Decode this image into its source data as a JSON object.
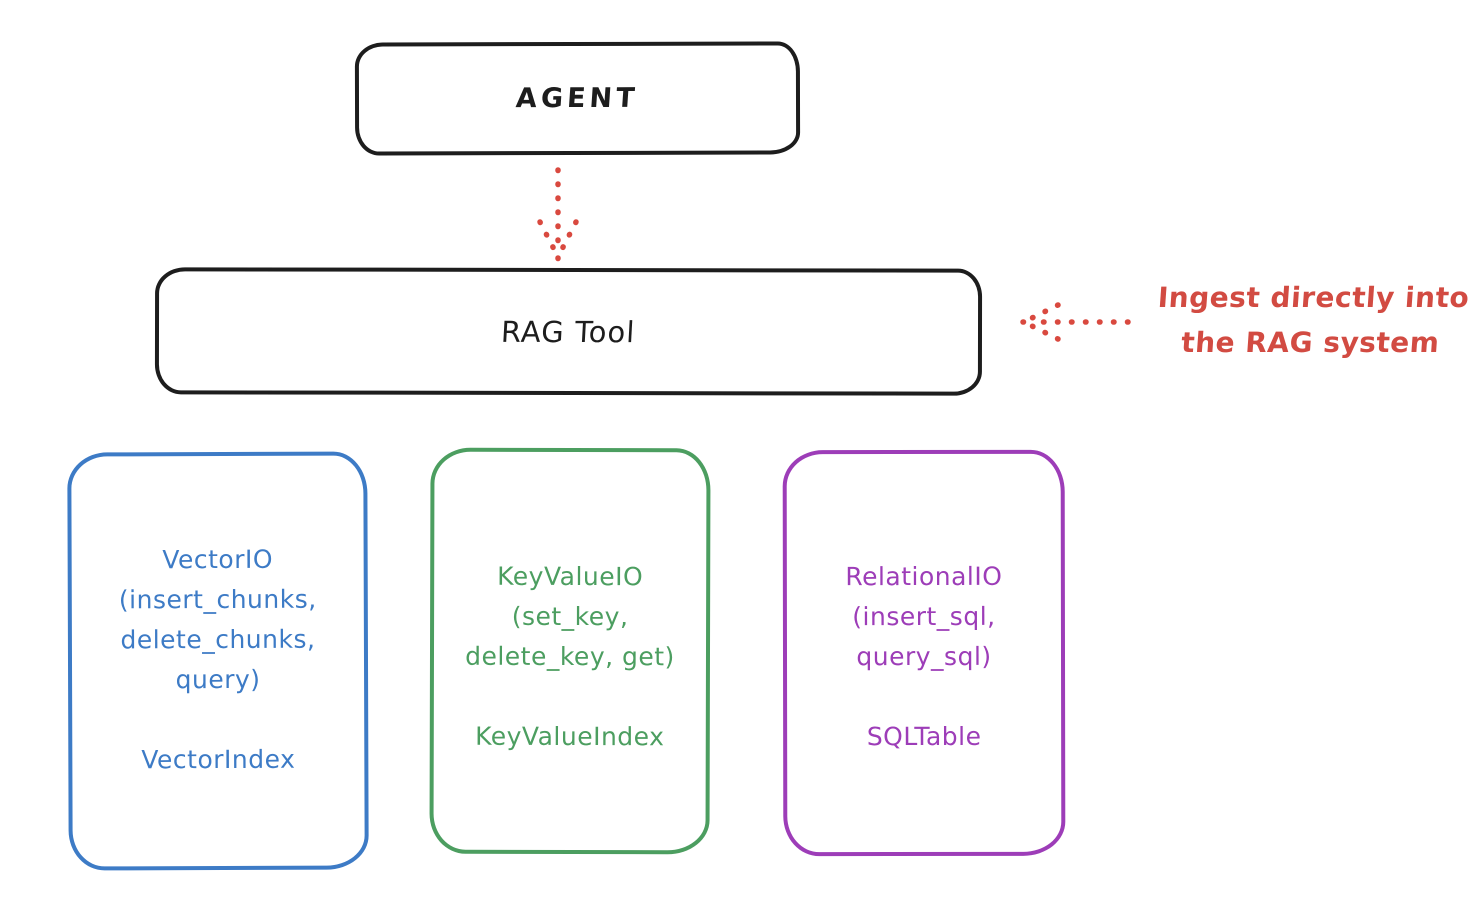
{
  "canvas": {
    "background": "#ffffff"
  },
  "colors": {
    "ink": "#1d1d1d",
    "red": "#d9493f",
    "blue": "#3d7bc6",
    "green": "#4c9e60",
    "purple": "#9d3db8"
  },
  "nodes": {
    "agent": {
      "label": "AGENT"
    },
    "rag_tool": {
      "label": "RAG Tool"
    },
    "vector_io": {
      "lines": [
        "VectorIO",
        "(insert_chunks,",
        "delete_chunks,",
        "query)"
      ],
      "index": "VectorIndex",
      "color": "#3d7bc6"
    },
    "key_value_io": {
      "lines": [
        "KeyValueIO",
        "(set_key,",
        "delete_key, get)"
      ],
      "index": "KeyValueIndex",
      "color": "#4c9e60"
    },
    "relational_io": {
      "lines": [
        "RelationalIO",
        "(insert_sql,",
        "query_sql)"
      ],
      "index": "SQLTable",
      "color": "#9d3db8"
    }
  },
  "annotation": {
    "line1": "Ingest directly into",
    "line2": "the RAG system",
    "color": "#d9493f"
  },
  "arrows": {
    "agent_to_rag": {
      "icon": "dotted-arrow-down-icon",
      "color": "#d9493f"
    },
    "ingest_into_rag": {
      "icon": "dotted-arrow-left-icon",
      "color": "#d9493f"
    }
  }
}
